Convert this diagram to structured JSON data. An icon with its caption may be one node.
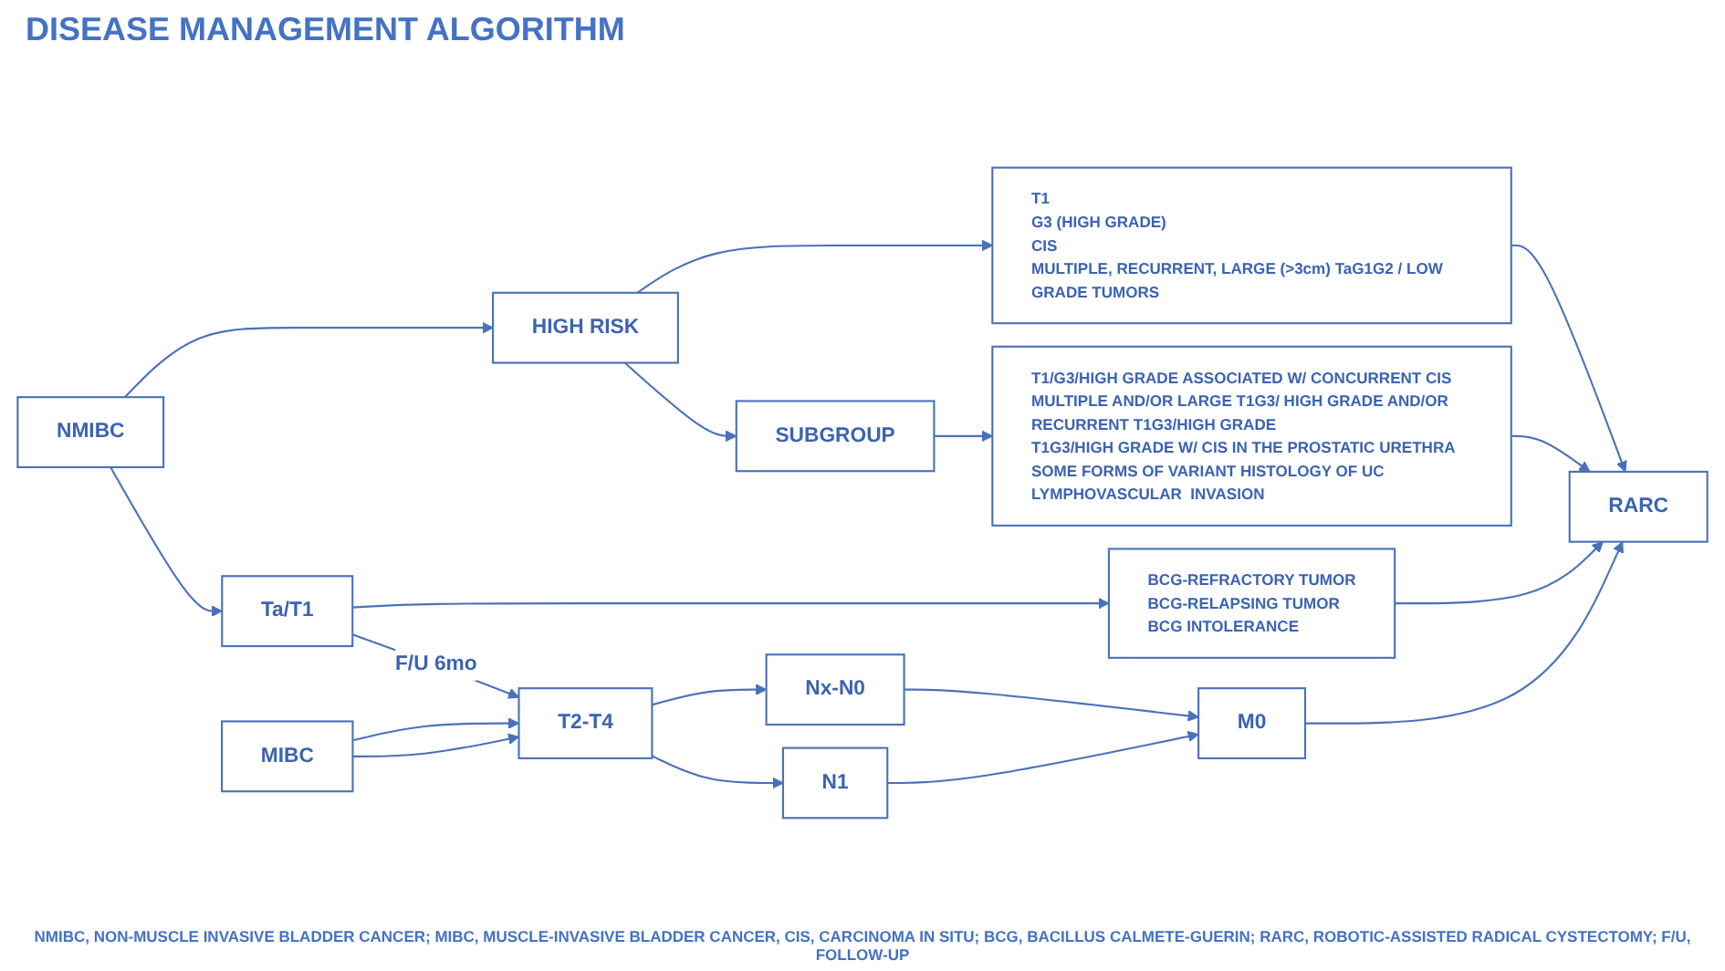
{
  "diagram": {
    "title": "DISEASE MANAGEMENT ALGORITHM",
    "caption": "NMIBC, NON-MUSCLE INVASIVE BLADDER CANCER; MIBC, MUSCLE-INVASIVE BLADDER CANCER, CIS, CARCINOMA IN SITU; BCG, BACILLUS CALMETE-GUERIN; RARC, ROBOTIC-ASSISTED RADICAL CYSTECTOMY; F/U, FOLLOW-UP",
    "nodes": [
      {
        "text": [
          "NMIBC"
        ]
      },
      {
        "text": [
          "HIGH RISK"
        ]
      },
      {
        "text": [
          "T1",
          "G3 (HIGH GRADE)",
          "CIS",
          "MULTIPLE, RECURRENT, LARGE (>3cm) TaG1G2 / LOW GRADE TUMORS"
        ]
      },
      {
        "text": [
          "SUBGROUP"
        ]
      },
      {
        "text": [
          "T1/G3/HIGH GRADE ASSOCIATED W/ CONCURRENT CIS",
          "MULTIPLE AND/OR LARGE T1G3/ HIGH GRADE AND/OR RECURRENT T1G3/HIGH GRADE",
          "T1G3/HIGH GRADE W/ CIS IN THE PROSTATIC URETHRA",
          "SOME FORMS OF VARIANT HISTOLOGY OF UC",
          "LYMPHOVASCULAR  INVASION"
        ]
      },
      {
        "text": [
          "Ta/T1"
        ]
      },
      {
        "text": [
          "BCG-REFRACTORY TUMOR",
          "BCG-RELAPSING TUMOR",
          "BCG INTOLERANCE"
        ]
      },
      {
        "text": [
          "RARC"
        ]
      },
      {
        "text": [
          "MIBC"
        ]
      },
      {
        "text": [
          "T2-T4"
        ]
      },
      {
        "text": [
          "Nx-N0"
        ]
      },
      {
        "text": [
          "N1"
        ]
      },
      {
        "text": [
          "M0"
        ]
      }
    ],
    "edges": [
      {
        "from": 0,
        "to": 1,
        "arrow": "to"
      },
      {
        "from": 0,
        "to": 5,
        "arrow": "to"
      },
      {
        "from": 1,
        "to": 2,
        "arrow": "to"
      },
      {
        "from": 1,
        "to": 3,
        "arrow": "to"
      },
      {
        "from": 3,
        "to": 4,
        "arrow": "to"
      },
      {
        "from": 2,
        "to": 7,
        "arrow": "to"
      },
      {
        "from": 4,
        "to": 7,
        "arrow": "to"
      },
      {
        "from": 5,
        "to": 6,
        "arrow": "to"
      },
      {
        "from": 6,
        "to": 7,
        "arrow": "to"
      },
      {
        "from": 5,
        "to": 9,
        "arrow": "to",
        "label": "F/U 6mo"
      },
      {
        "from": 8,
        "to": 9,
        "arrow": "to"
      },
      {
        "from": 8,
        "to": 9,
        "arrow": "to"
      },
      {
        "from": 9,
        "to": 10,
        "arrow": "to"
      },
      {
        "from": 9,
        "to": 11,
        "arrow": "to"
      },
      {
        "from": 10,
        "to": 12,
        "arrow": "to"
      },
      {
        "from": 11,
        "to": 12,
        "arrow": "to"
      },
      {
        "from": 12,
        "to": 7,
        "arrow": "to"
      }
    ]
  }
}
